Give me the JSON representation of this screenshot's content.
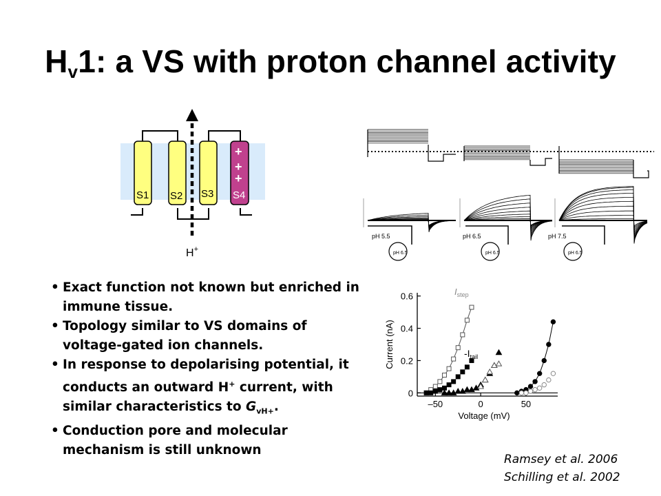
{
  "slide": {
    "title_main": "H",
    "title_sub": "v",
    "title_rest": "1: a VS with proton channel activity"
  },
  "topology": {
    "segments": [
      "S1",
      "S2",
      "S3",
      "S4"
    ],
    "charges": [
      "+",
      "+",
      "+"
    ],
    "proton_label": "H",
    "proton_charge": "+",
    "colors": {
      "membrane": "#d9ebfb",
      "helix": "#ffff80",
      "s4": "#c0418e",
      "path": "#000000"
    }
  },
  "traces": {
    "panels": [
      {
        "ph_out": "pH 5.5",
        "ph_in": "pH 6.5"
      },
      {
        "ph_out": "pH 6.5",
        "ph_in": "pH 6.5"
      },
      {
        "ph_out": "pH 7.5",
        "ph_in": "pH 6.5"
      }
    ],
    "families": [
      {
        "steady_fraction": [
          0.0,
          0.0,
          0.01,
          0.02,
          0.04,
          0.06,
          0.09,
          0.13,
          0.18,
          0.24
        ],
        "tau_fraction": 0.5
      },
      {
        "steady_fraction": [
          0.0,
          0.02,
          0.06,
          0.12,
          0.2,
          0.3,
          0.42,
          0.55,
          0.68,
          0.8
        ],
        "tau_fraction": 0.4
      },
      {
        "steady_fraction": [
          0.05,
          0.15,
          0.28,
          0.42,
          0.56,
          0.68,
          0.8,
          0.9,
          0.97,
          1.0
        ],
        "tau_fraction": 0.22
      }
    ]
  },
  "bullets": [
    {
      "text": "Exact function not known but enriched in immune tissue."
    },
    {
      "text": " Topology similar to VS domains of voltage-gated ion channels."
    },
    {
      "parts": [
        "In response to depolarising potential, it conducts an outward H",
        "+",
        " current, with similar characteristics to ",
        "G",
        "vH+",
        "."
      ]
    },
    {
      "text": "Conduction pore and molecular mechanism is still unknown"
    }
  ],
  "chart_data": {
    "type": "scatter",
    "xlabel": "Voltage (mV)",
    "ylabel": "Current (nA)",
    "xlim": [
      -70,
      85
    ],
    "ylim": [
      -0.02,
      0.62
    ],
    "xticks": [
      -50,
      0,
      50
    ],
    "xtick_labels": [
      "–50",
      "0",
      "50"
    ],
    "yticks": [
      0,
      0.2,
      0.4,
      0.6
    ],
    "ytick_labels": [
      "0",
      "0.2",
      "0.4",
      "0.6"
    ],
    "annotations": [
      {
        "text": "I",
        "sub": "step",
        "target": "open-square series"
      },
      {
        "text": "-I",
        "sub": "tail",
        "target": "filled/open triangle series"
      }
    ],
    "series": [
      {
        "marker": "open-square",
        "connected": true,
        "x": [
          -60,
          -55,
          -50,
          -45,
          -40,
          -35,
          -30,
          -25,
          -20,
          -15,
          -10
        ],
        "y": [
          0.0,
          0.02,
          0.04,
          0.07,
          0.11,
          0.15,
          0.21,
          0.28,
          0.36,
          0.45,
          0.53
        ]
      },
      {
        "marker": "filled-square",
        "connected": false,
        "x": [
          -60,
          -55,
          -50,
          -45,
          -40,
          -35,
          -30,
          -25,
          -20,
          -15,
          -10
        ],
        "y": [
          0.0,
          0.0,
          0.01,
          0.02,
          0.03,
          0.05,
          0.07,
          0.1,
          0.13,
          0.16,
          0.2
        ]
      },
      {
        "marker": "filled-triangle",
        "connected": false,
        "x": [
          -40,
          -35,
          -30,
          -25,
          -20,
          -15,
          -10,
          -5,
          0,
          5,
          10,
          15,
          20
        ],
        "y": [
          0.0,
          0.0,
          0.0,
          0.01,
          0.01,
          0.02,
          0.02,
          0.03,
          0.05,
          0.08,
          0.12,
          0.17,
          0.25
        ]
      },
      {
        "marker": "open-triangle",
        "connected": false,
        "x": [
          0,
          5,
          10,
          15,
          20
        ],
        "y": [
          0.04,
          0.08,
          0.13,
          0.17,
          0.18
        ]
      },
      {
        "marker": "filled-circle",
        "connected": true,
        "x": [
          40,
          45,
          50,
          55,
          60,
          65,
          70,
          75,
          80
        ],
        "y": [
          0.0,
          0.01,
          0.02,
          0.04,
          0.07,
          0.12,
          0.2,
          0.3,
          0.44
        ]
      },
      {
        "marker": "open-circle",
        "connected": false,
        "x": [
          45,
          50,
          55,
          60,
          65,
          70,
          75,
          80
        ],
        "y": [
          0.0,
          0.0,
          0.01,
          0.02,
          0.03,
          0.05,
          0.08,
          0.12
        ]
      }
    ]
  },
  "references": [
    "Ramsey et al. 2006",
    "Schilling et al. 2002"
  ]
}
